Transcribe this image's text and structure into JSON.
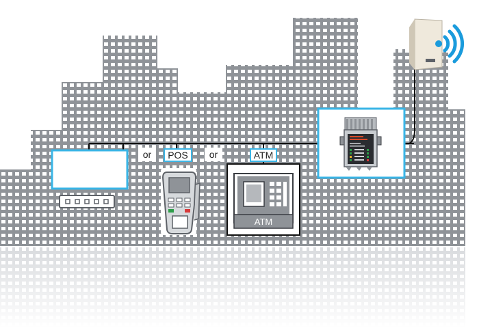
{
  "labels": {
    "or_1": "or",
    "or_2": "or",
    "pos": "POS",
    "atm_tag": "ATM",
    "atm_screen_label": "ATM"
  },
  "colors": {
    "building": "#8f9398",
    "window": "#ffffff",
    "highlight_border": "#3ab5e6",
    "cable": "#111111",
    "antenna_panel": "#efe9dc",
    "wifi_signal": "#1a9bdc",
    "booster_body": "#c8ccd0"
  },
  "icons": {
    "router": "router-icon",
    "pos_terminal": "pos-terminal-icon",
    "atm_machine": "atm-icon",
    "signal_booster": "signal-booster-icon",
    "antenna": "antenna-icon",
    "wifi": "wifi-signal-icon"
  }
}
